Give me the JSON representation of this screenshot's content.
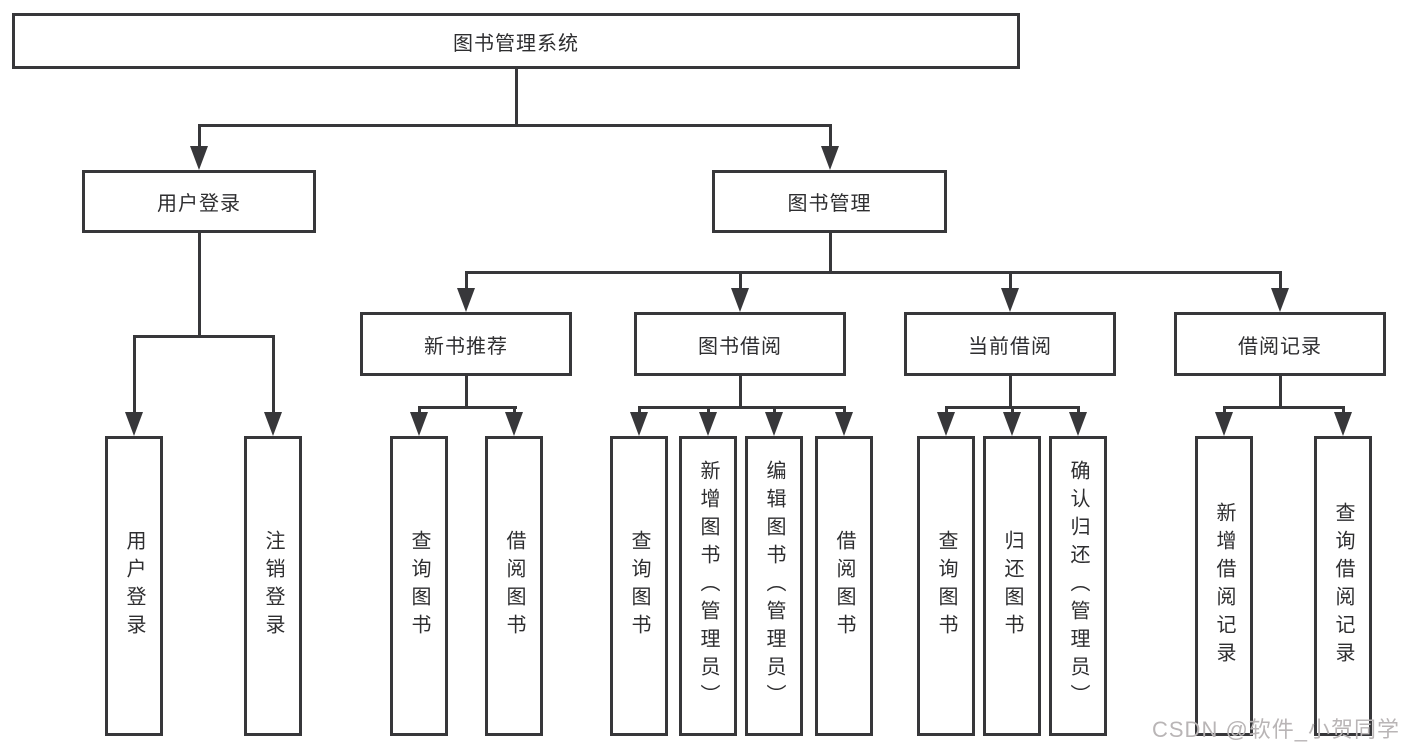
{
  "diagram_title": "图书管理系统",
  "tree": {
    "root": {
      "label": "图书管理系统",
      "children": [
        {
          "label": "用户登录",
          "children": [
            {
              "label": "用户登录"
            },
            {
              "label": "注销登录"
            }
          ]
        },
        {
          "label": "图书管理",
          "children": [
            {
              "label": "新书推荐",
              "children": [
                {
                  "label": "查询图书"
                },
                {
                  "label": "借阅图书"
                }
              ]
            },
            {
              "label": "图书借阅",
              "children": [
                {
                  "label": "查询图书"
                },
                {
                  "label": "新增图书（管理员）"
                },
                {
                  "label": "编辑图书（管理员）"
                },
                {
                  "label": "借阅图书"
                }
              ]
            },
            {
              "label": "当前借阅",
              "children": [
                {
                  "label": "查询图书"
                },
                {
                  "label": "归还图书"
                },
                {
                  "label": "确认归还（管理员）"
                }
              ]
            },
            {
              "label": "借阅记录",
              "children": [
                {
                  "label": "新增借阅记录"
                },
                {
                  "label": "查询借阅记录"
                }
              ]
            }
          ]
        }
      ]
    }
  },
  "watermark": "CSDN @软件_小贺同学",
  "colors": {
    "line": "#37373a",
    "text": "#2e2e30",
    "background": "#ffffff",
    "watermark": "#b9b5b6"
  }
}
